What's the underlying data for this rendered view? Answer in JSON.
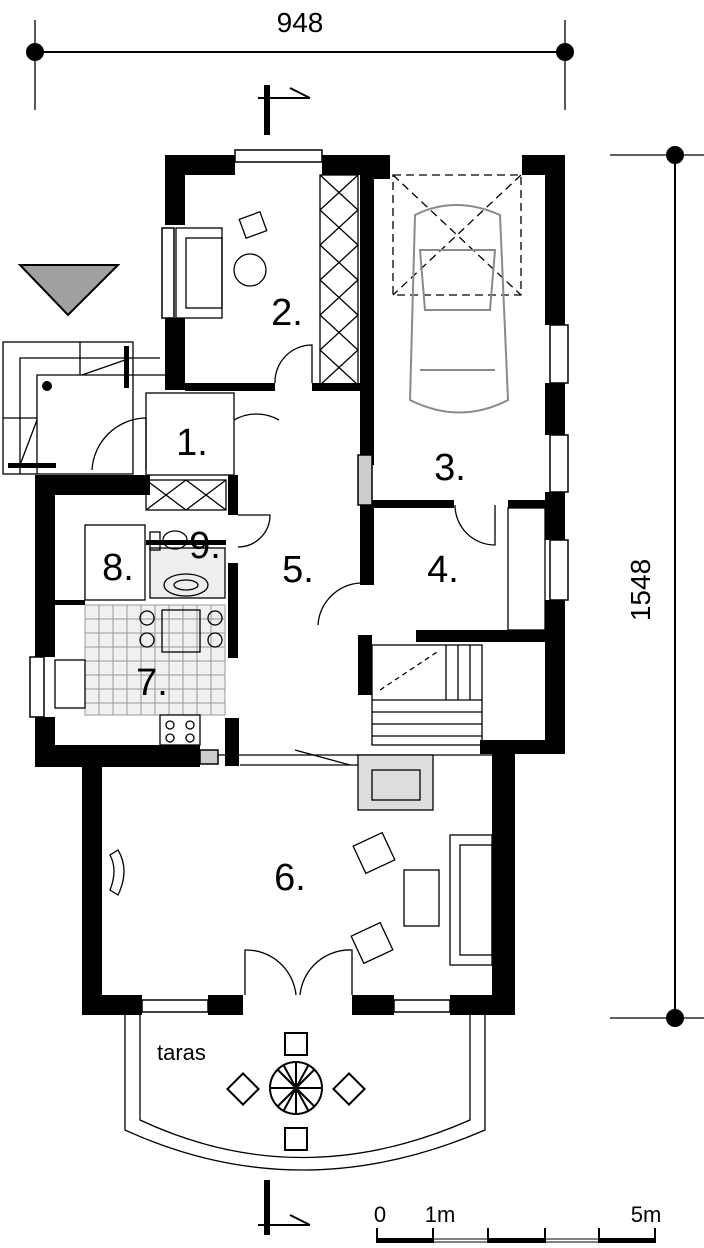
{
  "dimensions": {
    "width_label": "948",
    "height_label": "1548"
  },
  "rooms": [
    {
      "id": "1",
      "label": "1."
    },
    {
      "id": "2",
      "label": "2."
    },
    {
      "id": "3",
      "label": "3."
    },
    {
      "id": "4",
      "label": "4."
    },
    {
      "id": "5",
      "label": "5."
    },
    {
      "id": "6",
      "label": "6."
    },
    {
      "id": "7",
      "label": "7."
    },
    {
      "id": "8",
      "label": "8."
    },
    {
      "id": "9",
      "label": "9."
    }
  ],
  "terrace_label": "taras",
  "scale_bar": {
    "zero": "0",
    "one": "1m",
    "five": "5m"
  },
  "colors": {
    "walls": "#000000",
    "entrance_marker": "#a0a0a0",
    "car": "#8a8a8a"
  }
}
